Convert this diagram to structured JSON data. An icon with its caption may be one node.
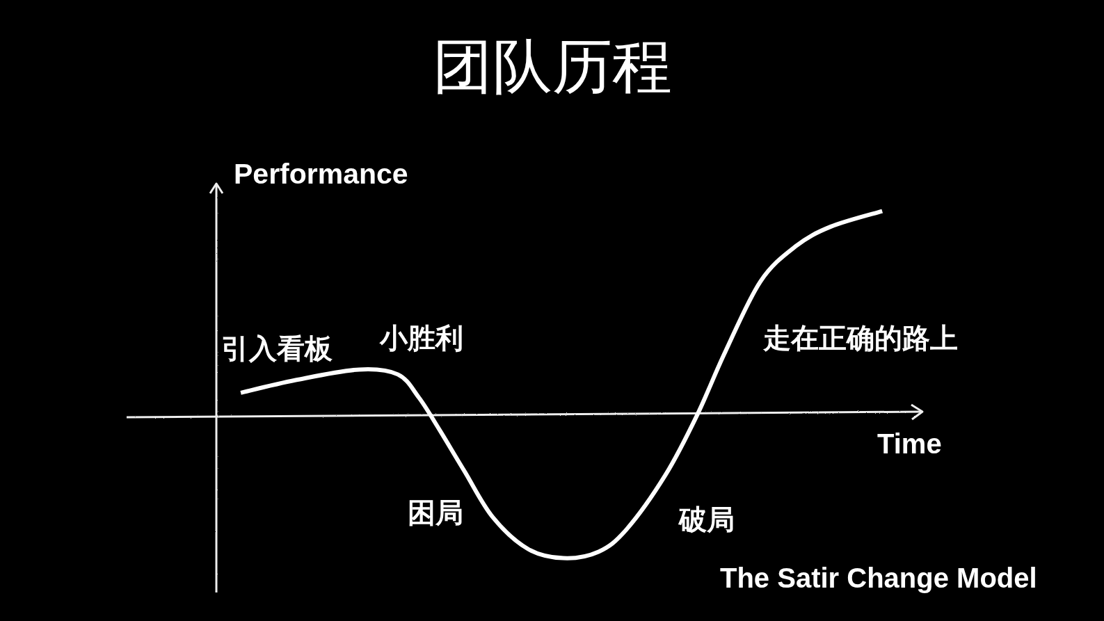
{
  "diagram": {
    "title": "团队历程",
    "labels": [
      "Performance",
      "引入看板",
      "小胜利",
      "走在正确的路上",
      "Time",
      "困局",
      "破局",
      "The Satir Change Model"
    ]
  }
}
